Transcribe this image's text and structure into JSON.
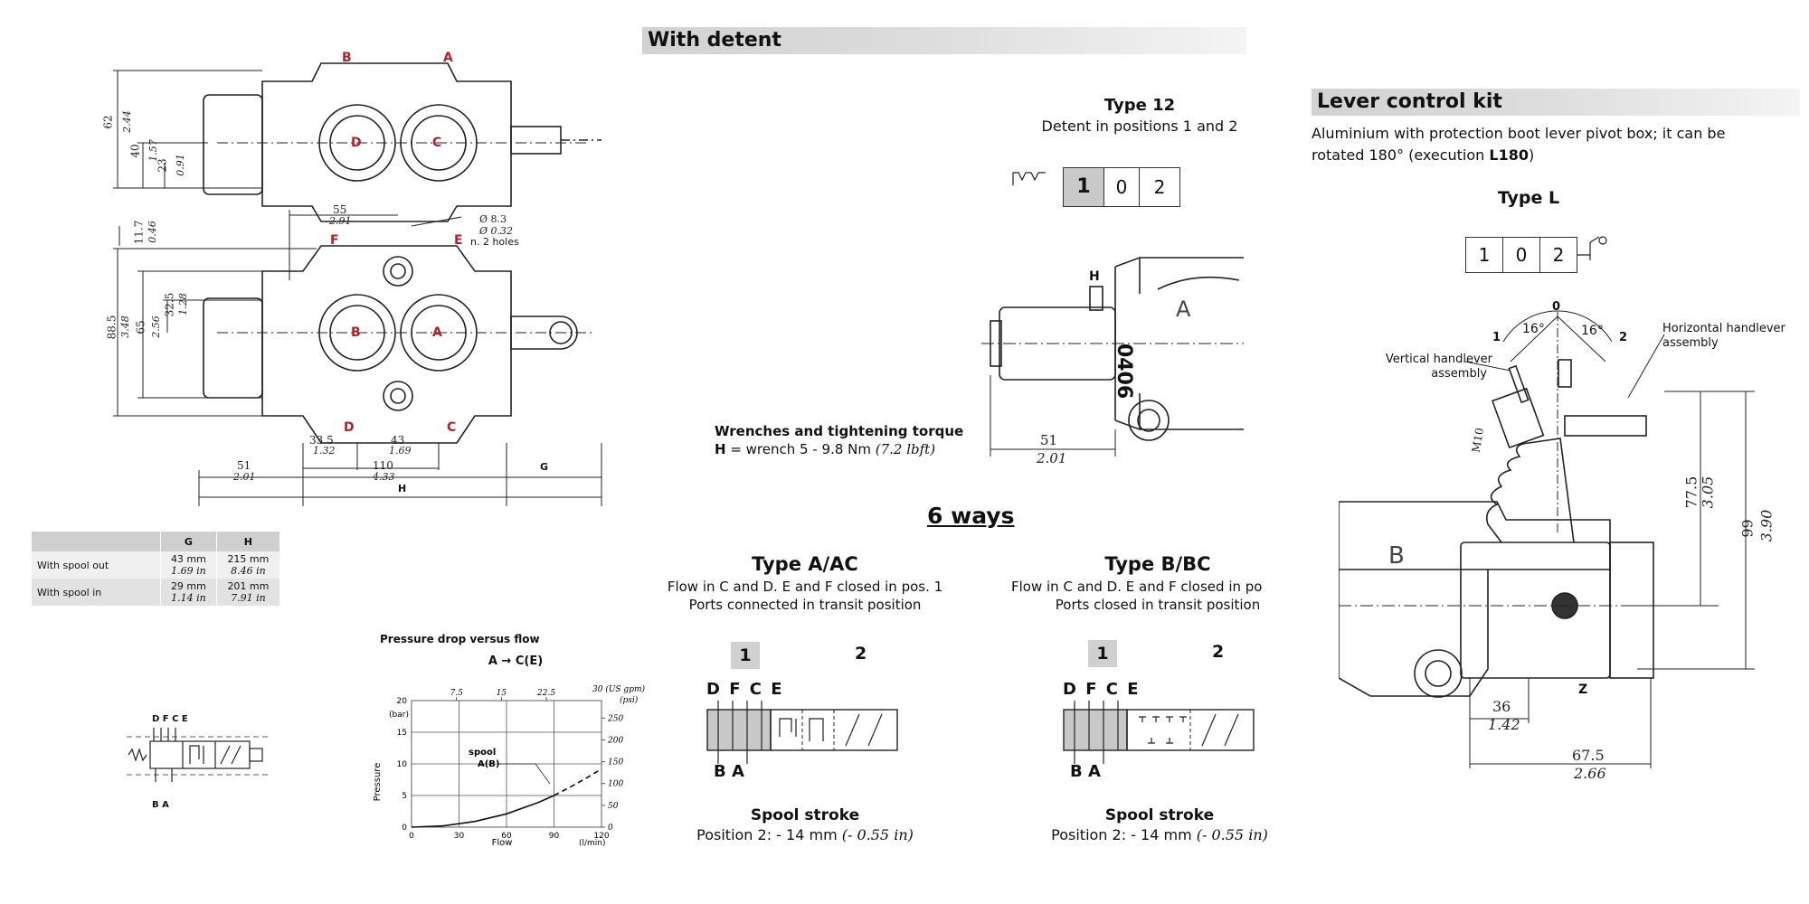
{
  "sections": {
    "with_detent": "With detent",
    "lever_kit": "Lever control kit",
    "six_ways": "6 ways"
  },
  "left_drawing": {
    "port_b": "B",
    "port_a": "A",
    "port_d": "D",
    "port_c": "C",
    "port_f": "F",
    "port_e": "E",
    "port_b2": "B",
    "port_a2": "A",
    "port_d2": "D",
    "port_c2": "C",
    "d62": "62",
    "d62i": "2.44",
    "d40": "40",
    "d40i": "1.57",
    "d23": "23",
    "d23i": "0.91",
    "d55": "55",
    "d55i": "2.91",
    "hole1": "Ø 8.3",
    "hole2": "Ø 0.32",
    "hole3": "n. 2 holes",
    "d117": "11.7",
    "d117i": "0.46",
    "d885": "88.5",
    "d885i": "3.48",
    "d65": "65",
    "d65i": "2.56",
    "d325": "32.5",
    "d325i": "1.28",
    "d335": "33.5",
    "d335i": "1.32",
    "d43": "43",
    "d43i": "1.69",
    "d51": "51",
    "d51i": "2.01",
    "d110": "110",
    "d110i": "4.33",
    "g": "G",
    "h": "H"
  },
  "gh_table": {
    "headers": [
      "",
      "G",
      "H"
    ],
    "rows": [
      {
        "label": "With spool out",
        "g_mm": "43 mm",
        "g_in": "1.69 in",
        "h_mm": "215 mm",
        "h_in": "8.46 in"
      },
      {
        "label": "With spool in",
        "g_mm": "29 mm",
        "g_in": "1.14 in",
        "h_mm": "201 mm",
        "h_in": "7.91 in"
      }
    ]
  },
  "small_symbol": {
    "top": "D F C E",
    "bottom": "B  A"
  },
  "pressure_chart": {
    "title": "Pressure drop versus flow",
    "subtitle": "A → C(E)",
    "bar_unit": "(bar)",
    "psi_unit": "(psi)",
    "gpm_unit": "30 (US gpm)",
    "ylabel": "Pressure",
    "xlabel": "Flow",
    "x_unit": "(l/min)",
    "curve_label1": "spool",
    "curve_label2": "A(B)",
    "bar_ticks": [
      "0",
      "5",
      "10",
      "15",
      "20"
    ],
    "psi_ticks": [
      "0",
      "50",
      "100",
      "150",
      "200",
      "250"
    ],
    "lmin_ticks": [
      "0",
      "30",
      "60",
      "90",
      "120"
    ],
    "gpm_ticks": [
      "7.5",
      "15",
      "22.5"
    ]
  },
  "chart_data": {
    "type": "line",
    "title": "Pressure drop versus flow",
    "xlabel": "Flow",
    "ylabel": "Pressure",
    "xlim": [
      0,
      120
    ],
    "ylim": [
      0,
      20
    ],
    "series": [
      {
        "name": "A(B)",
        "x": [
          0,
          20,
          40,
          60,
          80,
          90,
          100,
          110,
          120
        ],
        "y": [
          0,
          0.2,
          0.9,
          2.1,
          3.9,
          5.0,
          6.3,
          7.7,
          9.2
        ]
      }
    ]
  },
  "type12": {
    "title": "Type 12",
    "subtitle": "Detent in positions 1 and 2",
    "p1": "1",
    "p0": "0",
    "p2": "2"
  },
  "detent_drawing": {
    "h": "H",
    "mark": "0406",
    "a": "A",
    "d51": "51",
    "d51i": "2.01"
  },
  "wrench": {
    "title": "Wrenches and tightening torque",
    "h": "H",
    "text": " = wrench 5 - 9.8 Nm ",
    "imperial": "(7.2 lbft)"
  },
  "typeA": {
    "title": "Type A/AC",
    "line1": "Flow in C and D. E and F closed in pos. 1",
    "line2": "Ports connected in transit position",
    "p1": "1",
    "p2": "2",
    "top": "D F C E",
    "bottom": "B  A",
    "stroke_title": "Spool stroke",
    "stroke": "Position 2: - 14 mm ",
    "stroke_in": "(- 0.55 in)"
  },
  "typeB": {
    "title": "Type B/BC",
    "line1": "Flow in C and D. E and F closed in po",
    "line2": "Ports closed in transit position",
    "p1": "1",
    "p2": "2",
    "top": "D F C E",
    "bottom": "B  A",
    "stroke_title": "Spool stroke",
    "stroke": "Position 2: - 14 mm ",
    "stroke_in": "(- 0.55 in)"
  },
  "lever": {
    "desc1": "Aluminium with protection boot lever pivot box; it can be",
    "desc2a": "rotated 180° (execution ",
    "desc2b": "L180",
    "desc2c": ")",
    "typeL": "Type L",
    "p1": "1",
    "p0": "0",
    "p2": "2",
    "pos0": "0",
    "pos1": "1",
    "pos2": "2",
    "ang1": "16°",
    "ang2": "16°",
    "vert1": "Vertical handlever",
    "vert2": "assembly",
    "horiz1": "Horizontal handlever",
    "horiz2": "assembly",
    "m10": "M10",
    "b": "B",
    "z": "Z",
    "d775": "77.5",
    "d775i": "3.05",
    "d99": "99",
    "d99i": "3.90",
    "d36": "36",
    "d36i": "1.42",
    "d675": "67.5",
    "d675i": "2.66"
  }
}
